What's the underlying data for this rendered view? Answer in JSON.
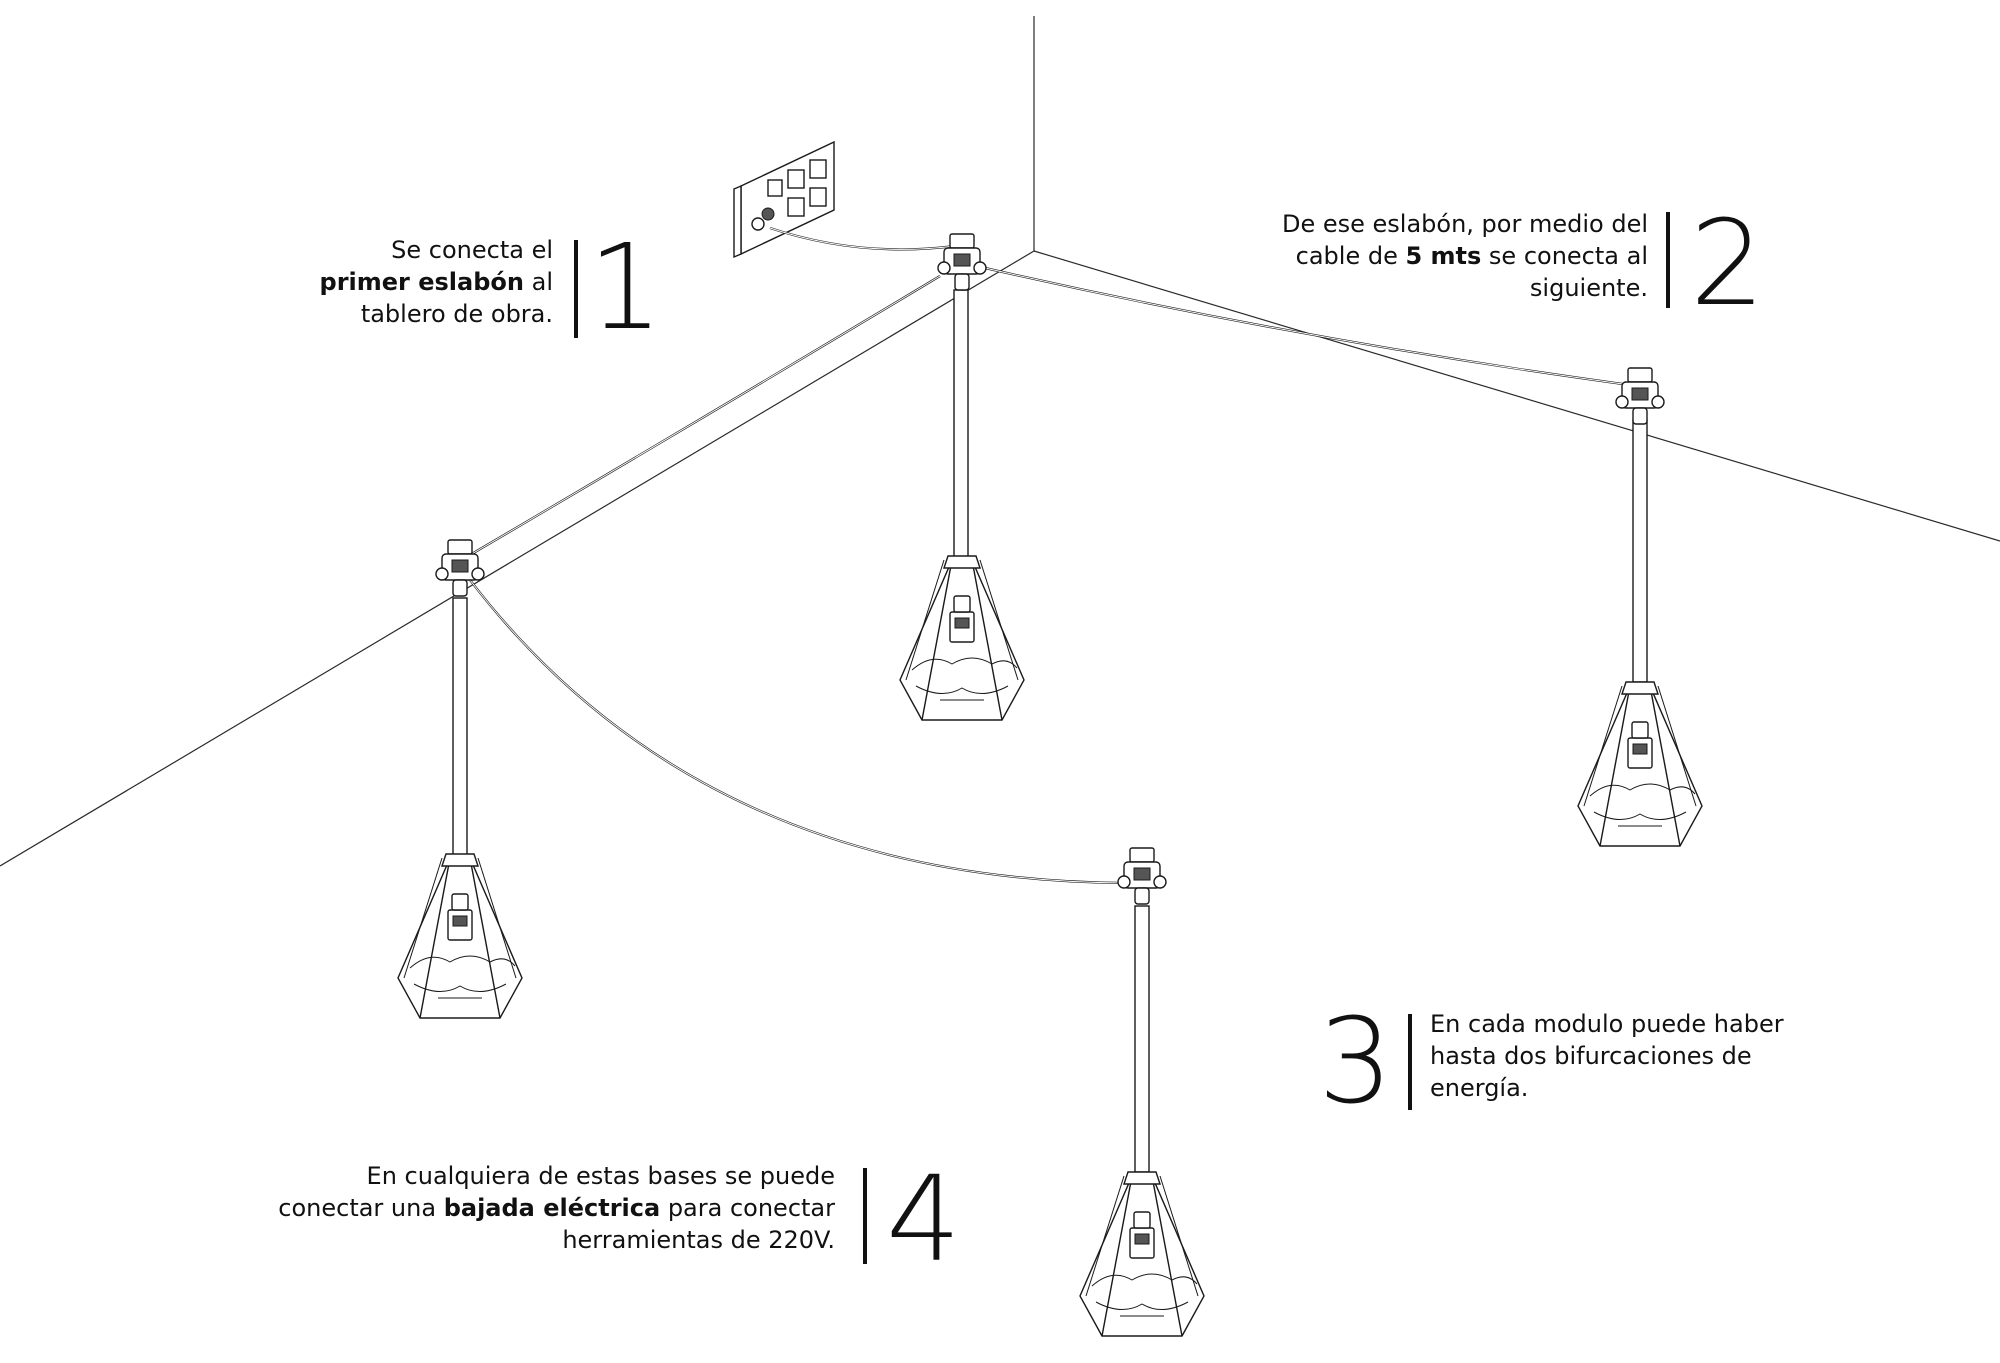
{
  "steps": [
    {
      "number": "1",
      "lines": [
        [
          {
            "t": "Se conecta el",
            "b": false
          }
        ],
        [
          {
            "t": "primer eslabón",
            "b": true
          },
          {
            "t": " al",
            "b": false
          }
        ],
        [
          {
            "t": "tablero de obra.",
            "b": false
          }
        ]
      ]
    },
    {
      "number": "2",
      "lines": [
        [
          {
            "t": "De ese eslabón, por medio del",
            "b": false
          }
        ],
        [
          {
            "t": "cable de ",
            "b": false
          },
          {
            "t": "5 mts",
            "b": true
          },
          {
            "t": " se conecta al",
            "b": false
          }
        ],
        [
          {
            "t": "siguiente.",
            "b": false
          }
        ]
      ]
    },
    {
      "number": "3",
      "lines": [
        [
          {
            "t": "En cada modulo puede haber",
            "b": false
          }
        ],
        [
          {
            "t": "hasta dos bifurcaciones de",
            "b": false
          }
        ],
        [
          {
            "t": "energía.",
            "b": false
          }
        ]
      ]
    },
    {
      "number": "4",
      "lines": [
        [
          {
            "t": "En cualquiera de estas bases se puede",
            "b": false
          }
        ],
        [
          {
            "t": "conectar una ",
            "b": false
          },
          {
            "t": "bajada eléctrica",
            "b": true
          },
          {
            "t": " para conectar",
            "b": false
          }
        ],
        [
          {
            "t": "herramientas de 220V.",
            "b": false
          }
        ]
      ]
    }
  ]
}
